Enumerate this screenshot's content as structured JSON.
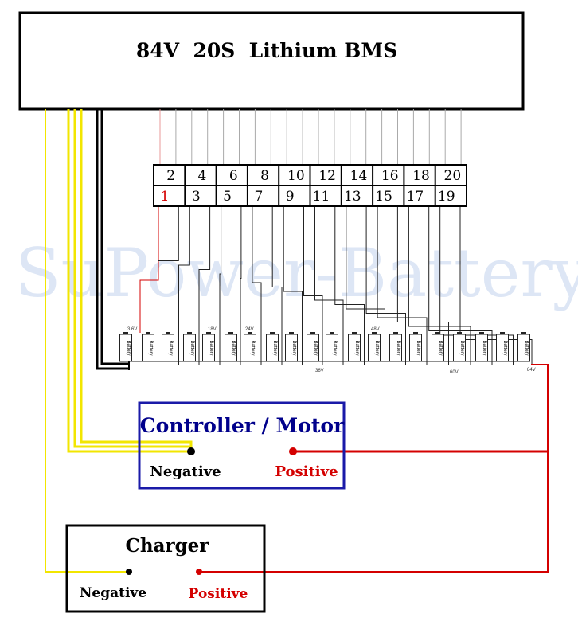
{
  "bms": {
    "title": "84V  20S  Lithium BMS"
  },
  "watermark": "SuPower-Battery",
  "connector": {
    "top_row": [
      "2",
      "4",
      "6",
      "8",
      "10",
      "12",
      "14",
      "16",
      "18",
      "20"
    ],
    "bottom_row": [
      "1",
      "3",
      "5",
      "7",
      "9",
      "11",
      "13",
      "15",
      "17",
      "19"
    ]
  },
  "battery": {
    "cell_label": "Battery",
    "cell_count": 20,
    "voltage_labels": [
      "3.6V",
      "18V",
      "24V",
      "36V",
      "48V",
      "60V",
      "84V"
    ]
  },
  "controller": {
    "title": "Controller / Motor",
    "negative_label": "Negative",
    "positive_label": "Positive"
  },
  "charger": {
    "title": "Charger",
    "negative_label": "Negative",
    "positive_label": "Positive"
  },
  "colors": {
    "wire_negative": "#f2e600",
    "wire_positive": "#d40000",
    "wire_balance": "#222222",
    "wire_top": "#aaaaaa",
    "wire_black": "#000000",
    "controller_border": "#1a1aa8",
    "controller_title": "#00008b",
    "highlight_red": "#d40000",
    "watermark": "#dde6f5"
  }
}
